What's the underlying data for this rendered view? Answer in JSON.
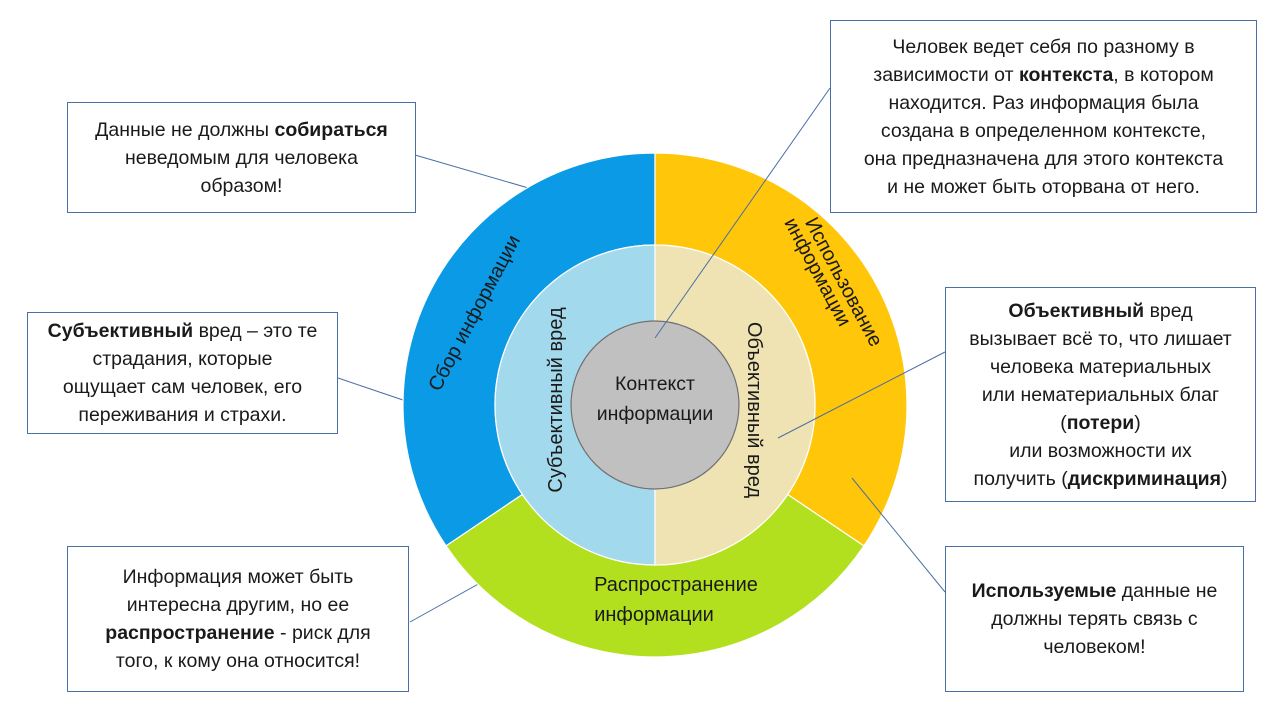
{
  "center": {
    "line1": "Контекст",
    "line2": "информации"
  },
  "inner_ring": {
    "subjective": "Субъективный вред",
    "objective": "Объективный вред"
  },
  "outer_ring": {
    "collection": "Сбор информации",
    "usage_line1": "Использование",
    "usage_line2": "информации",
    "distribution_line1": "Распространение",
    "distribution_line2": "информации"
  },
  "colors": {
    "collection": "#0a9ae6",
    "usage": "#ffc60a",
    "distribution": "#b3e01e",
    "subjective": "#a3d9ec",
    "objective": "#efe3b3",
    "center": "#c0c0c0",
    "box_border": "#4a6fa5",
    "connector": "#4a6fa5"
  },
  "callouts": {
    "collection": {
      "l1_a": "Данные не должны ",
      "l1_b": "собираться",
      "l2": "неведомым для человека",
      "l3": "образом!"
    },
    "context": {
      "l1": "Человек ведет себя по разному в",
      "l2_a": "зависимости от ",
      "l2_b": "контекста",
      "l2_c": ", в котором",
      "l3": "находится. Раз информация была",
      "l4": "создана в определенном контексте,",
      "l5": "она предназначена для этого контекста",
      "l6": "и не может быть оторвана от него."
    },
    "subjective": {
      "l1_a": "Субъективный",
      "l1_b": " вред – это те",
      "l2": "страдания, которые",
      "l3": "ощущает сам человек, его",
      "l4": "переживания и страхи."
    },
    "objective": {
      "l1_a": "Объективный",
      "l1_b": " вред",
      "l2": "вызывает всё то, что лишает",
      "l3": "человека материальных",
      "l4": "или нематериальных благ",
      "l5_a": "(",
      "l5_b": "потери",
      "l5_c": ")",
      "l6": "или возможности их",
      "l7_a": "получить (",
      "l7_b": "дискриминация",
      "l7_c": ")"
    },
    "distribution": {
      "l1": "Информация может быть",
      "l2": "интересна другим, но ее",
      "l3_a": "распространение",
      "l3_b": " - риск для",
      "l4": "того, к кому она относится!"
    },
    "usage": {
      "l1_a": "Используемые",
      "l1_b": " данные не",
      "l2": "должны терять связь с",
      "l3": "человеком!"
    }
  }
}
